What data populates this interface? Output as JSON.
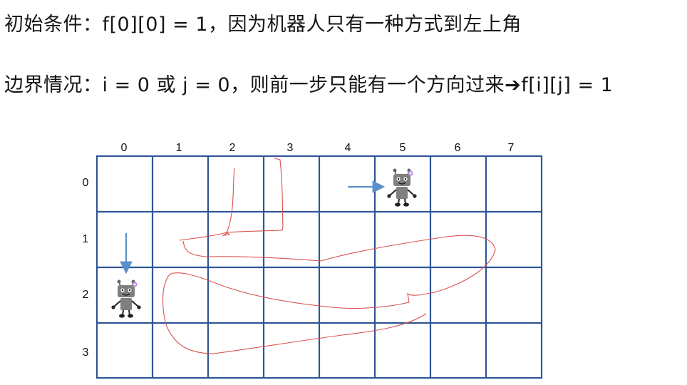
{
  "text": {
    "initial_condition": "初始条件：f[0][0] = 1，因为机器人只有一种方式到左上角",
    "boundary_condition": "边界情况：i = 0 或 j = 0，则前一步只能有一个方向过来➔f[i][j] = 1"
  },
  "grid": {
    "column_labels": [
      "0",
      "1",
      "2",
      "3",
      "4",
      "5",
      "6",
      "7"
    ],
    "row_labels": [
      "0",
      "1",
      "2",
      "3"
    ],
    "line_color": "#2f5597",
    "annotation_color": "#d9534f",
    "arrow_color": "#5b8fc9"
  },
  "robots": [
    {
      "name": "robot-icon",
      "row": 0,
      "col": 5
    },
    {
      "name": "robot-icon",
      "row": 2,
      "col": 0
    }
  ]
}
